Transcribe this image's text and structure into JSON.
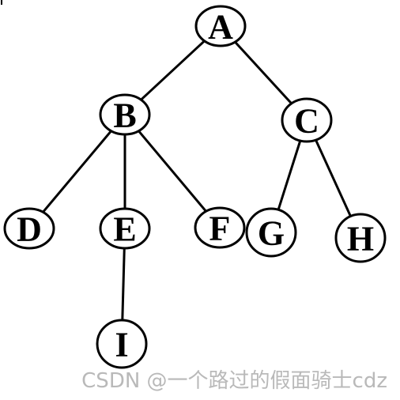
{
  "tree": {
    "nodes": [
      {
        "id": "A",
        "label": "A"
      },
      {
        "id": "B",
        "label": "B"
      },
      {
        "id": "C",
        "label": "C"
      },
      {
        "id": "D",
        "label": "D"
      },
      {
        "id": "E",
        "label": "E"
      },
      {
        "id": "F",
        "label": "F"
      },
      {
        "id": "G",
        "label": "G"
      },
      {
        "id": "H",
        "label": "H"
      },
      {
        "id": "I",
        "label": "I"
      }
    ],
    "edges": [
      {
        "from": "A",
        "to": "B"
      },
      {
        "from": "A",
        "to": "C"
      },
      {
        "from": "B",
        "to": "D"
      },
      {
        "from": "B",
        "to": "E"
      },
      {
        "from": "B",
        "to": "F"
      },
      {
        "from": "C",
        "to": "G"
      },
      {
        "from": "C",
        "to": "H"
      },
      {
        "from": "E",
        "to": "I"
      }
    ]
  },
  "watermark": {
    "text": "CSDN @一个路过的假面骑士cdz"
  }
}
